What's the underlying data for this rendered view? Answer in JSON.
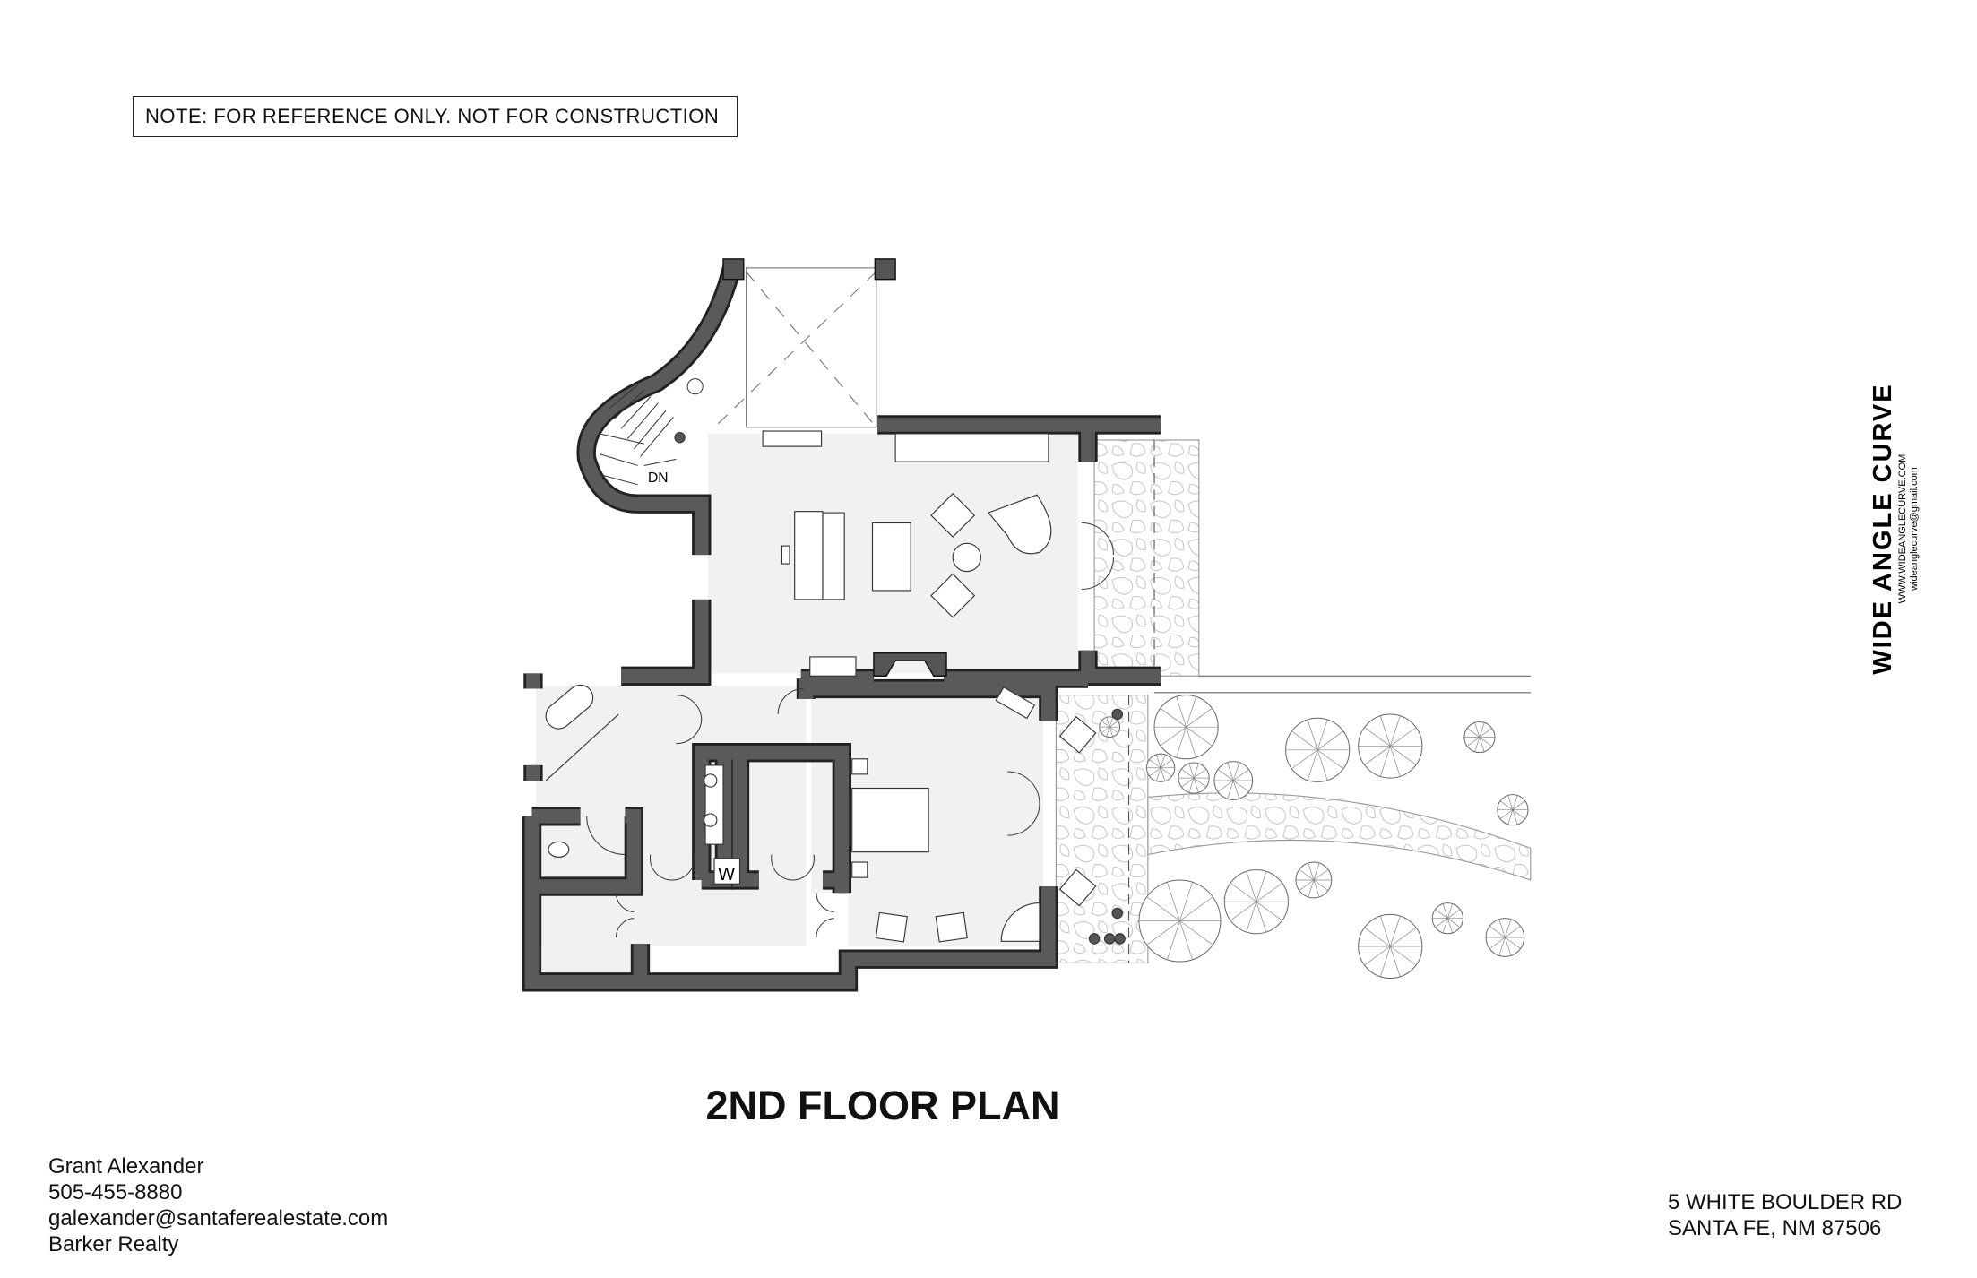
{
  "note": "NOTE: FOR REFERENCE ONLY. NOT FOR CONSTRUCTION",
  "plan": {
    "title": "2ND FLOOR PLAN",
    "labels": {
      "stairs": "DN",
      "washer": "W"
    }
  },
  "contact": {
    "name": "Grant Alexander",
    "phone": "505-455-8880",
    "email": "galexander@santaferealestate.com",
    "company": "Barker Realty"
  },
  "address": {
    "line1": "5 WHITE BOULDER RD",
    "line2": "SANTA FE, NM 87506"
  },
  "logo": {
    "name": "WIDE ANGLE CURVE",
    "website": "WWW.WIDEANGLECURVE.COM",
    "email": "wideanglecurve@gmail.com"
  },
  "colors": {
    "wall": "#555555",
    "floor": "#f1f1f1",
    "line": "#222222"
  }
}
